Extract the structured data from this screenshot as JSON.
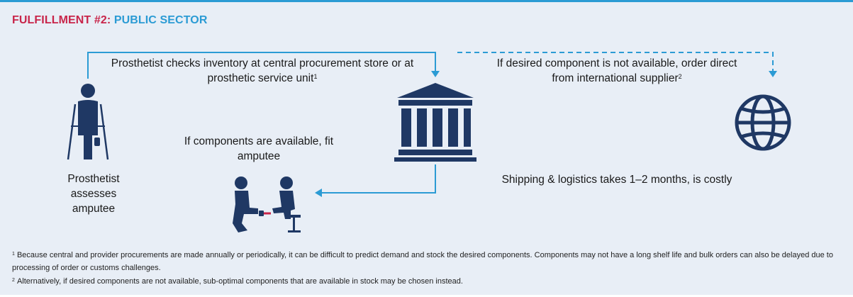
{
  "title": {
    "part1": "FULFILLMENT #2:",
    "part2": "PUBLIC SECTOR"
  },
  "labels": {
    "check_inventory": "Prosthetist checks inventory at central procurement store or at prosthetic service unit",
    "check_inventory_ref": "1",
    "not_available": "If desired component is not available, order direct from international supplier",
    "not_available_ref": "2",
    "fit_amputee": "If components are available, fit amputee",
    "assess_amputee": "Prosthetist assesses amputee",
    "shipping": "Shipping & logistics takes 1–2 months, is costly"
  },
  "footnotes": [
    {
      "ref": "1",
      "text": "Because central and provider procurements are made annually or periodically, it can be difficult to predict demand and stock the desired components. Components may not have a long  shelf life and bulk orders can also be delayed due to processing of order or customs challenges."
    },
    {
      "ref": "2",
      "text": "Alternatively, if desired components are not available, sub-optimal components that are available in stock may be chosen instead."
    }
  ],
  "colors": {
    "navy": "#1f3864",
    "blue": "#2b9bd4",
    "red": "#c8254a",
    "panel": "#e8eef6"
  },
  "icons": [
    "amputee-with-crutches-icon",
    "bank-building-icon",
    "globe-icon",
    "fitting-people-icon"
  ]
}
